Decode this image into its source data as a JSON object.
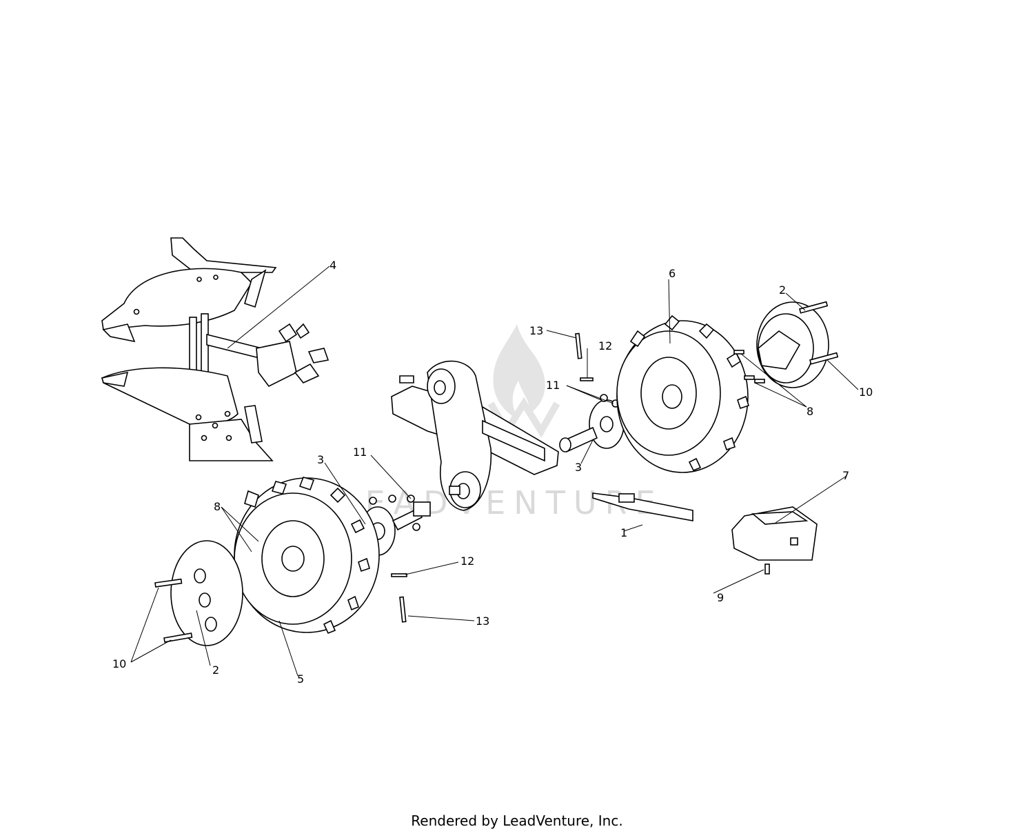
{
  "footer": {
    "credit": "Rendered by LeadVenture, Inc."
  },
  "watermark": {
    "text": "LEADVENTURE"
  },
  "callouts": {
    "c1": "1",
    "c2a": "2",
    "c2b": "2",
    "c3a": "3",
    "c3b": "3",
    "c4": "4",
    "c5": "5",
    "c6": "6",
    "c7": "7",
    "c8a": "8",
    "c8b": "8",
    "c9": "9",
    "c10a": "10",
    "c10b": "10",
    "c11a": "11",
    "c11b": "11",
    "c12a": "12",
    "c12b": "12",
    "c13a": "13",
    "c13b": "13"
  },
  "colors": {
    "line": "#000000",
    "fill": "#ffffff",
    "watermark": "#d9d9d9"
  }
}
